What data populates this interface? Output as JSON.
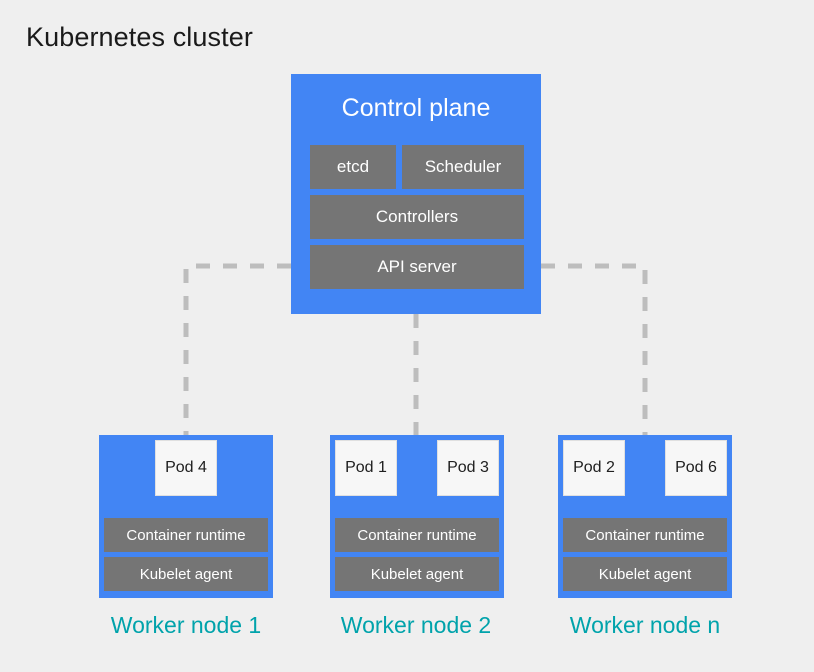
{
  "page": {
    "title": "Kubernetes cluster",
    "background_color": "#efefef"
  },
  "colors": {
    "node_blue": "#4285f4",
    "component_gray": "#757575",
    "pod_white": "#f7f7f7",
    "label_teal": "#00a3ab",
    "connector_gray": "#bdbdbd",
    "title_text": "#1a1a1a"
  },
  "control_plane": {
    "title": "Control plane",
    "components": {
      "etcd": "etcd",
      "scheduler": "Scheduler",
      "controllers": "Controllers",
      "api_server": "API server"
    }
  },
  "worker_nodes": [
    {
      "label": "Worker node 1",
      "pods": [
        "Pod 4"
      ],
      "container_runtime": "Container runtime",
      "kubelet_agent": "Kubelet agent"
    },
    {
      "label": "Worker node 2",
      "pods": [
        "Pod 1",
        "Pod 3"
      ],
      "container_runtime": "Container runtime",
      "kubelet_agent": "Kubelet agent"
    },
    {
      "label": "Worker node n",
      "pods": [
        "Pod 2",
        "Pod 6"
      ],
      "container_runtime": "Container runtime",
      "kubelet_agent": "Kubelet agent"
    }
  ],
  "connectors": {
    "style": "dashed",
    "description": "API server connects to each worker node"
  }
}
